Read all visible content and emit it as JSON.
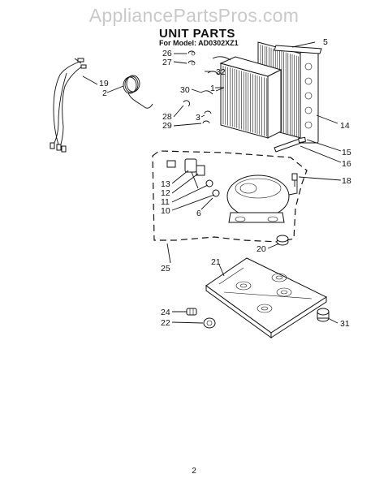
{
  "watermark": "AppliancePartsPros.com",
  "header": {
    "title": "UNIT PARTS",
    "model": "For Model: AD0302XZ1"
  },
  "page_number": "2",
  "callouts": {
    "c1": "1",
    "c2": "2",
    "c3": "3",
    "c5": "5",
    "c6": "6",
    "c10": "10",
    "c11": "11",
    "c12": "12",
    "c13": "13",
    "c14": "14",
    "c15": "15",
    "c16": "16",
    "c18": "18",
    "c19": "19",
    "c20": "20",
    "c21": "21",
    "c22": "22",
    "c24": "24",
    "c25": "25",
    "c26": "26",
    "c27": "27",
    "c28": "28",
    "c29": "29",
    "c30": "30",
    "c31": "31",
    "c32": "32"
  }
}
